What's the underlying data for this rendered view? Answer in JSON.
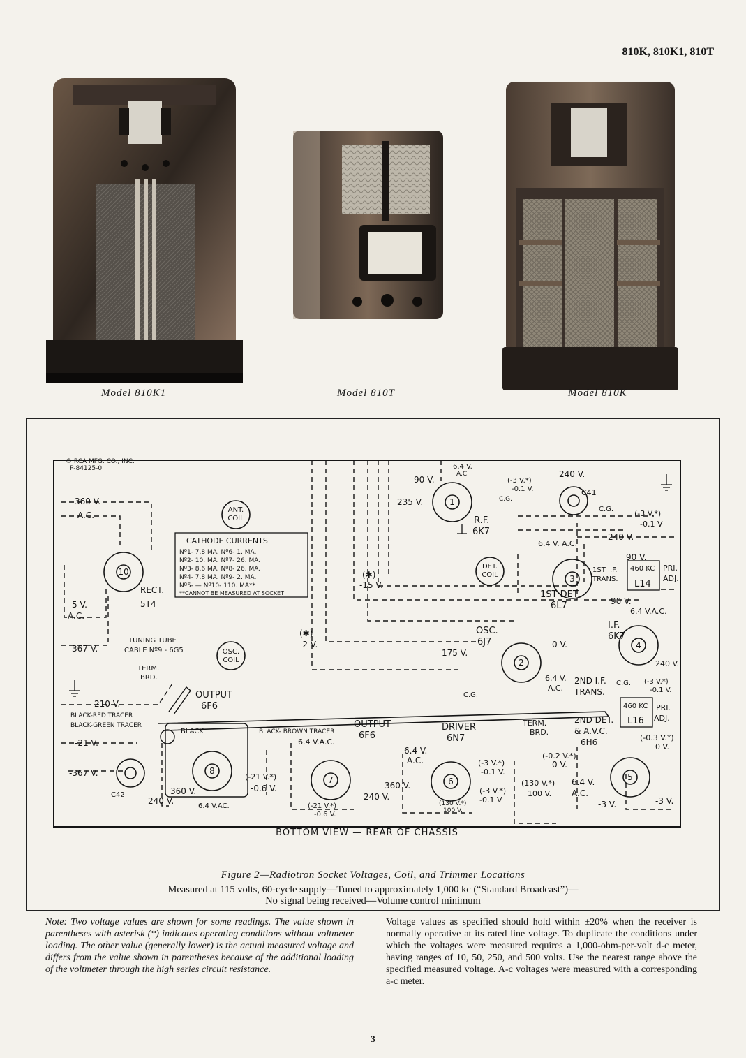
{
  "header": {
    "models": "810K, 810K1, 810T"
  },
  "photos": [
    {
      "caption": "Model 810K1"
    },
    {
      "caption": "Model 810T"
    },
    {
      "caption": "Model 810K"
    }
  ],
  "diagram": {
    "copyright": "© RCA MFG. CO., INC.",
    "part_no": "P-84125-0",
    "labels": {
      "v360": "360 V.",
      "ac": "A.C.",
      "v5": "5 V.",
      "ac2": "A.C.",
      "v367": "367 V.",
      "rect": "RECT.",
      "rect_tube": "5T4",
      "ant_coil_1": "ANT.",
      "ant_coil_2": "COIL",
      "osc_coil_1": "OSC.",
      "osc_coil_2": "COIL",
      "det_coil_1": "DET.",
      "det_coil_2": "COIL",
      "tuning_tube_1": "TUNING TUBE",
      "tuning_tube_2": "CABLE Nº9 - 6G5",
      "term_brd_1": "TERM.",
      "term_brd_2": "BRD.",
      "output_1": "OUTPUT",
      "output_tube_1": "6F6",
      "v210": "210 V.",
      "black_red": "BLACK-RED TRACER",
      "black_green": "BLACK-GREEN TRACER",
      "black": "BLACK",
      "black_brown": "BLACK- BROWN TRACER",
      "v21": "-21 V.",
      "v367b": "-367 V.",
      "c42": "C42",
      "v240a": "240 V.",
      "v360a": "360 V.",
      "v64ac_a": "6.4 V.AC.",
      "v21star": "(-21 V.*)",
      "v06": "-0.6 V.",
      "output_2": "OUTPUT",
      "output_tube_2": "6F6",
      "v64ac_b": "6.4 V.A.C.",
      "v360b": "360 V.",
      "v240b": "240 V.",
      "v21star_b": "(-21 V.*)",
      "v06b": "-0.6 V.",
      "driver": "DRIVER",
      "driver_tube": "6N7",
      "v64_c": "6.4 V.",
      "ac_c": "A.C.",
      "v3star": "(-3 V.*)",
      "v01": "-0.1 V.",
      "v3star2": "(-3 V.*)",
      "v01b": "-0.1 V",
      "v130star": "(130 V.*)",
      "v100": "100 V.",
      "v130b": "(130 V.*)",
      "v100b": "100 V.",
      "term_brd2_1": "TERM.",
      "term_brd2_2": "BRD.",
      "v02star": "(-0.2 V.*)",
      "v0": "0 V.",
      "second_det": "2ND DET.",
      "avc": "& A.V.C.",
      "second_det_tube": "6H6",
      "v03star": "(-0.3 V.*)",
      "v0b": "0 V.",
      "v64_d": "6.4 V.",
      "ac_d": "A.C.",
      "v3a": "-3 V.",
      "v3b": "-3 V.",
      "cathode_title": "CATHODE CURRENTS",
      "cathode_rows": [
        "Nº1- 7.8 MA.   Nº6-   1. MA.",
        "Nº2- 10. MA.   Nº7-  26. MA.",
        "Nº3- 8.6 MA.   Nº8-  26. MA.",
        "Nº4- 7.8 MA.   Nº9-   2. MA.",
        "Nº5-   —       Nº10- 110. MA**"
      ],
      "cathode_note": "**CANNOT BE MEASURED AT SOCKET",
      "rf_v90": "90 V.",
      "rf_v235": "235 V.",
      "rf_v64": "6.4 V.",
      "rf_ac": "A.C.",
      "rf_v3star": "(-3 V.*)",
      "rf_v01": "-0.1 V.",
      "rf_cg": "C.G.",
      "rf_label": "R.F.",
      "rf_tube": "6K7",
      "c41": "C41",
      "v240top": "240 V.",
      "cg_top": "C.G.",
      "v3star_top": "(-3 V.*)",
      "v01_top": "-0.1 V",
      "star_15a": "(✱)",
      "star_15b": "-15 V.",
      "det_v64": "6.4 V. A.C.",
      "v240_det": "240 V.",
      "v90_det": "90 V.",
      "first_if_1": "1ST I.F.",
      "first_if_2": "TRANS.",
      "kc460a": "460 KC",
      "l14": "L14",
      "pri_a": "PRI.",
      "adj_a": "ADJ.",
      "first_det": "1ST DET.",
      "first_det_tube": "6L7",
      "v90b": "90 V.",
      "star_2a": "(✱)",
      "star_2b": "-2 V.",
      "osc": "OSC.",
      "osc_tube": "6J7",
      "v175": "175 V.",
      "v0_osc": "0 V.",
      "osc_v64": "6.4 V.",
      "osc_ac": "A.C.",
      "osc_cg": "C.G.",
      "if_label": "I.F.",
      "if_tube": "6K7",
      "if_v64": "6.4 V.A.C.",
      "if_v240": "240 V.",
      "second_if_1": "2ND I.F.",
      "second_if_2": "TRANS.",
      "if_cg": "C.G.",
      "if_v3star": "(-3 V.*)",
      "if_v01": "-0.1 V.",
      "kc460b": "460 KC",
      "l16": "L16",
      "pri_b": "PRI.",
      "adj_b": "ADJ.",
      "bottom_view": "BOTTOM VIEW — REAR OF CHASSIS"
    }
  },
  "figure": {
    "title": "Figure 2—Radiotron Socket Voltages, Coil, and Trimmer Locations",
    "sub1": "Measured at 115 volts, 60-cycle supply—Tuned to approximately 1,000 kc (“Standard Broadcast”)—",
    "sub2": "No signal being received—Volume control minimum"
  },
  "note": "Note: Two voltage values are shown for some readings. The value shown in parentheses with asterisk (*) indicates operating conditions without voltmeter loading. The other value (generally lower) is the actual measured voltage and differs from the value shown in parentheses because of the additional loading of the voltmeter through the high series circuit resistance.",
  "right_text": "Voltage values as specified should hold within ±20% when the receiver is normally operative at its rated line voltage. To duplicate the conditions under which the voltages were measured requires a 1,000-ohm-per-volt d-c meter, having ranges of 10, 50, 250, and 500 volts. Use the nearest range above the specified measured voltage. A-c voltages were measured with a corresponding a-c meter.",
  "page_number": "3"
}
